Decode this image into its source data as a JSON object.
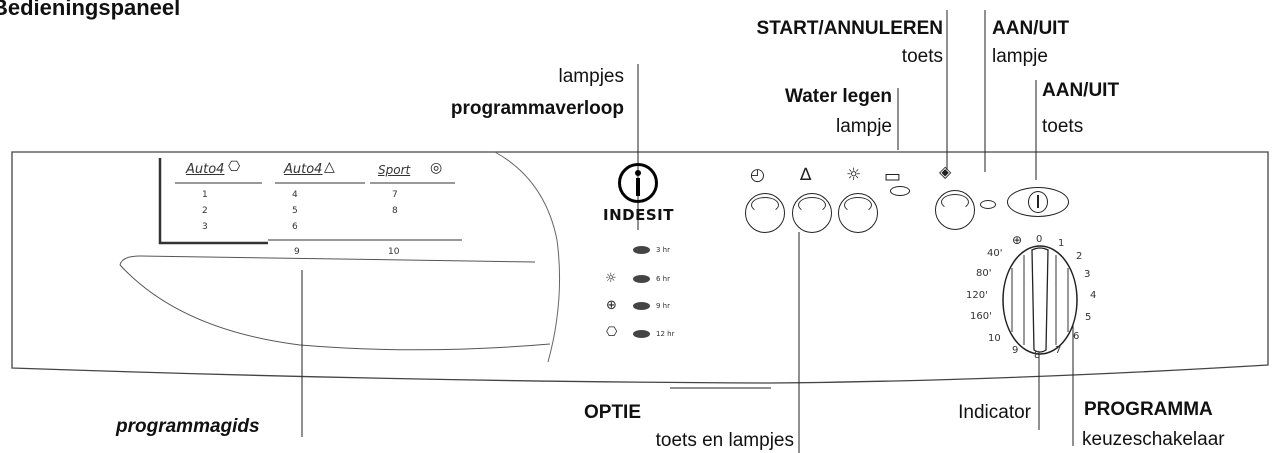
{
  "title": "Bedieningspaneel",
  "callouts": {
    "start_title": "START/ANNULEREN",
    "start_sub": "toets",
    "power_lamp_title": "AAN/UIT",
    "power_lamp_sub": "lampje",
    "power_key_title": "AAN/UIT",
    "power_key_sub": "toets",
    "drain_title": "Water legen",
    "drain_sub": "lampje",
    "progress_line1": "lampjes",
    "progress_line2": "programmaverloop",
    "option_title": "OPTIE",
    "option_sub": "toets en lampjes",
    "guide": "programmagids",
    "indicator": "Indicator",
    "program_title": "PROGRAMMA",
    "program_sub": "keuzeschakelaar"
  },
  "brand": "INDESIT",
  "guide": {
    "groups": [
      "Auto4",
      "Auto4",
      "Sport"
    ],
    "numbers": [
      "1",
      "2",
      "3",
      "4",
      "5",
      "6",
      "7",
      "8",
      "9",
      "10"
    ]
  },
  "timer_lamps": [
    "3 hr",
    "6 hr",
    "9 hr",
    "12 hr"
  ],
  "dial": {
    "program_numbers": [
      "0",
      "1",
      "2",
      "3",
      "4",
      "5",
      "6",
      "7",
      "8",
      "9",
      "10"
    ],
    "time_marks": [
      "40'",
      "80'",
      "120'",
      "160'"
    ]
  },
  "icons": {
    "option_buttons": [
      "delay-timer-icon",
      "bell-icon",
      "sun-icon"
    ],
    "drain": "drain-pan-icon",
    "start": "start-diamond-icon",
    "power": "power-icon"
  }
}
